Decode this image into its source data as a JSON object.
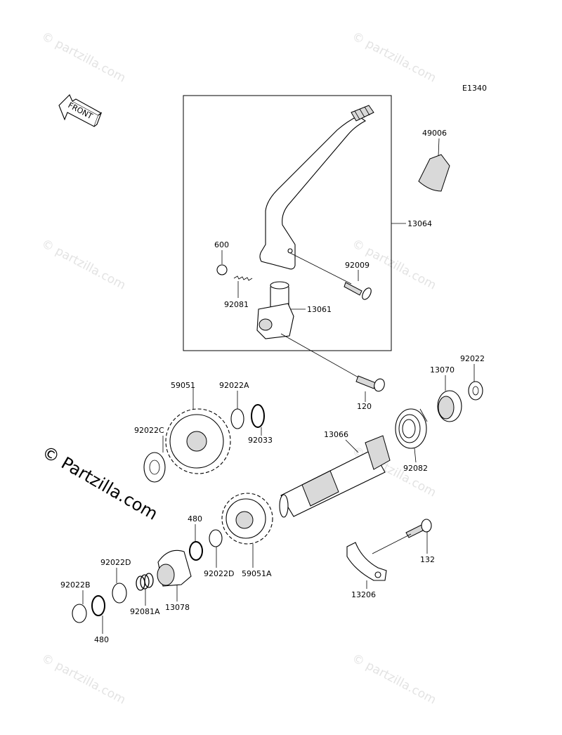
{
  "diagram_code": "E1340",
  "front_label": "FRONT",
  "watermark": "© Partzilla.com",
  "watermark_small": "© partzilla.com",
  "parts": {
    "p49006": "49006",
    "p13064": "13064",
    "p600": "600",
    "p92009": "92009",
    "p92081": "92081",
    "p13061": "13061",
    "p120": "120",
    "p92022": "92022",
    "p13070": "13070",
    "p59051": "59051",
    "p92022A": "92022A",
    "p92022C": "92022C",
    "p92033": "92033",
    "p13066": "13066",
    "p92082": "92082",
    "p480a": "480",
    "p92022D_left": "92022D",
    "p92022D_right": "92022D",
    "p59051A": "59051A",
    "p132": "132",
    "p92022B": "92022B",
    "p92081A": "92081A",
    "p13078": "13078",
    "p13206": "13206",
    "p480b": "480"
  }
}
